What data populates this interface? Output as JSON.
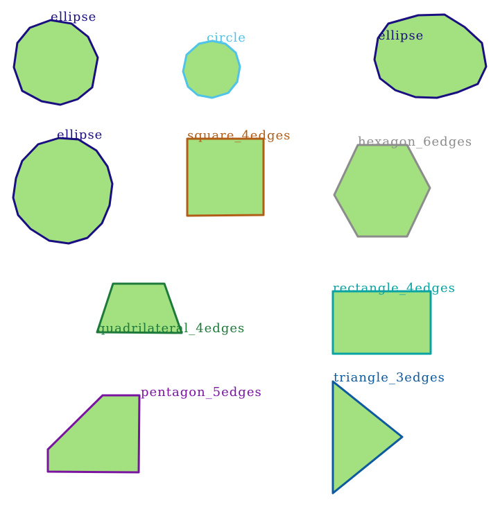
{
  "fill_color": "#a3e07f",
  "shapes": [
    {
      "id": "ellipse-1",
      "label": "ellipse",
      "color": "#1a0f80"
    },
    {
      "id": "circle-1",
      "label": "circle",
      "color": "#4fc3e8"
    },
    {
      "id": "ellipse-2",
      "label": "ellipse",
      "color": "#1a0f80"
    },
    {
      "id": "ellipse-3",
      "label": "ellipse",
      "color": "#1a0f80"
    },
    {
      "id": "square-1",
      "label": "square_4edges",
      "color": "#b25d16"
    },
    {
      "id": "hexagon-1",
      "label": "hexagon_6edges",
      "color": "#8c8c8c"
    },
    {
      "id": "quadrilateral-1",
      "label": "quadrilateral_4edges",
      "color": "#1d7a3a"
    },
    {
      "id": "rectangle-1",
      "label": "rectangle_4edges",
      "color": "#0aa3a3"
    },
    {
      "id": "pentagon-1",
      "label": "pentagon_5edges",
      "color": "#7a14a0"
    },
    {
      "id": "triangle-1",
      "label": "triangle_3edges",
      "color": "#0d5aa0"
    }
  ]
}
